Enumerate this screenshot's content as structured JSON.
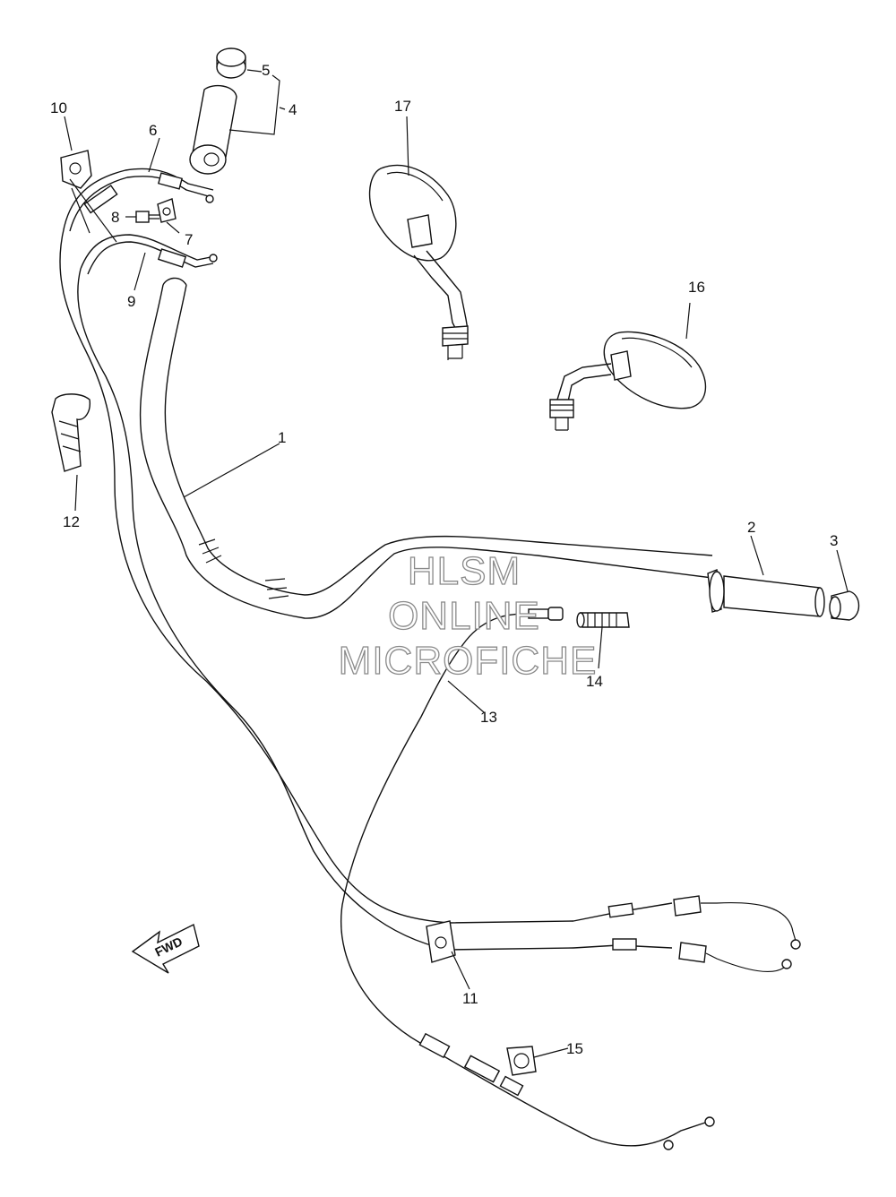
{
  "labels": {
    "l1": "1",
    "l2": "2",
    "l3": "3",
    "l4": "4",
    "l5": "5",
    "l6": "6",
    "l7": "7",
    "l8": "8",
    "l9": "9",
    "l10": "10",
    "l11": "11",
    "l12": "12",
    "l13": "13",
    "l14": "14",
    "l15": "15",
    "l16": "16",
    "l17": "17"
  },
  "watermark": {
    "line1": "HLSM",
    "line2": "ONLINE",
    "line3": "MICROFICHE"
  },
  "fwd": "FWD"
}
